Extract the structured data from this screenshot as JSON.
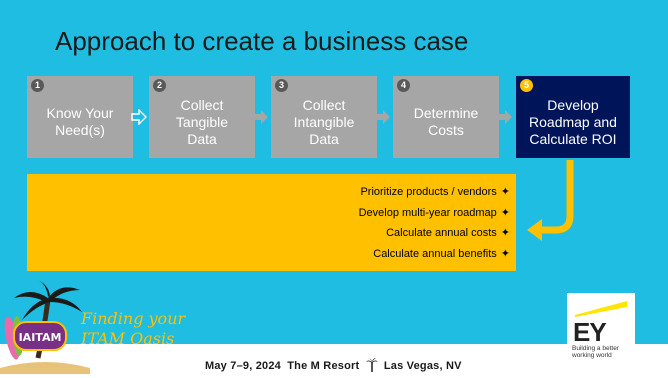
{
  "slide": {
    "title": "Approach to create a business case"
  },
  "steps": [
    {
      "number": "1",
      "label": "Know Your\nNeed(s)"
    },
    {
      "number": "2",
      "label": "Collect\nTangible\nData"
    },
    {
      "number": "3",
      "label": "Collect\nIntangible\nData"
    },
    {
      "number": "4",
      "label": "Determine\nCosts"
    },
    {
      "number": "5",
      "label": "Develop\nRoadmap and\nCalculate ROI"
    }
  ],
  "bullets": [
    "Prioritize products / vendors",
    "Develop multi-year roadmap",
    "Calculate annual costs",
    "Calculate annual benefits"
  ],
  "bullet_icon": "✦",
  "colors": {
    "background": "#1fbde1",
    "step_inactive": "#a6a6a6",
    "step_active": "#00145a",
    "accent_yellow": "#ffc000"
  },
  "branding": {
    "conference_logo_text": "IAITAM",
    "tagline": "Finding your\nITAM Oasis",
    "ey_letters": "EY",
    "ey_tagline": "Building a better\nworking world"
  },
  "footer": {
    "dates": "May 7–9, 2024",
    "venue": "The M Resort",
    "location": "Las Vegas, NV",
    "separator_icon": "palm-tree-icon"
  }
}
